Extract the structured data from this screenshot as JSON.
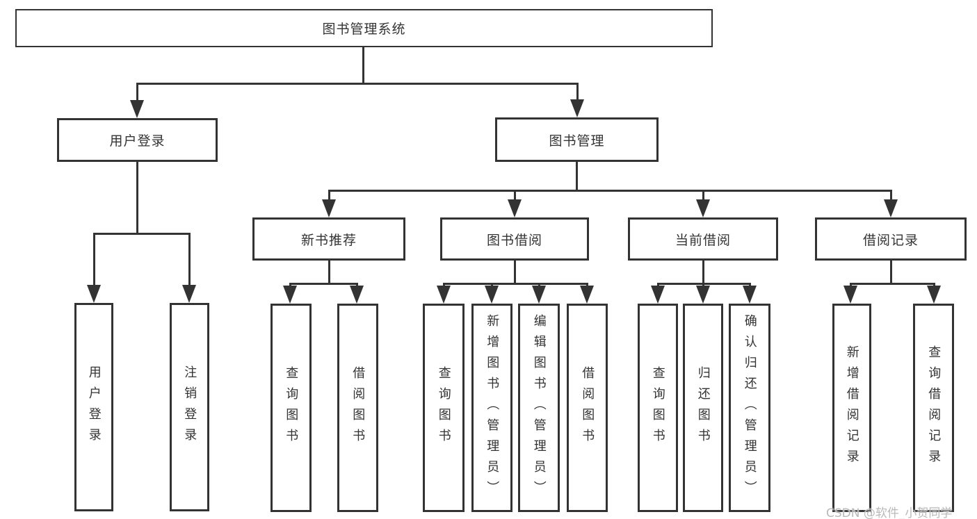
{
  "diagram": {
    "title": "图书管理系统",
    "watermark": "CSDN @软件_小贺同学",
    "colors": {
      "line": "#333333",
      "text": "#333333",
      "background": "#ffffff",
      "watermark": "#b9b9b9"
    },
    "tree": {
      "label": "图书管理系统",
      "children": [
        {
          "label": "用户登录",
          "children": [
            {
              "label": "用户登录"
            },
            {
              "label": "注销登录"
            }
          ]
        },
        {
          "label": "图书管理",
          "children": [
            {
              "label": "新书推荐",
              "children": [
                {
                  "label": "查询图书"
                },
                {
                  "label": "借阅图书"
                }
              ]
            },
            {
              "label": "图书借阅",
              "children": [
                {
                  "label": "查询图书"
                },
                {
                  "label": "新增图书（管理员）"
                },
                {
                  "label": "编辑图书（管理员）"
                },
                {
                  "label": "借阅图书"
                }
              ]
            },
            {
              "label": "当前借阅",
              "children": [
                {
                  "label": "查询图书"
                },
                {
                  "label": "归还图书"
                },
                {
                  "label": "确认归还（管理员）"
                }
              ]
            },
            {
              "label": "借阅记录",
              "children": [
                {
                  "label": "新增借阅记录"
                },
                {
                  "label": "查询借阅记录"
                }
              ]
            }
          ]
        }
      ]
    }
  }
}
